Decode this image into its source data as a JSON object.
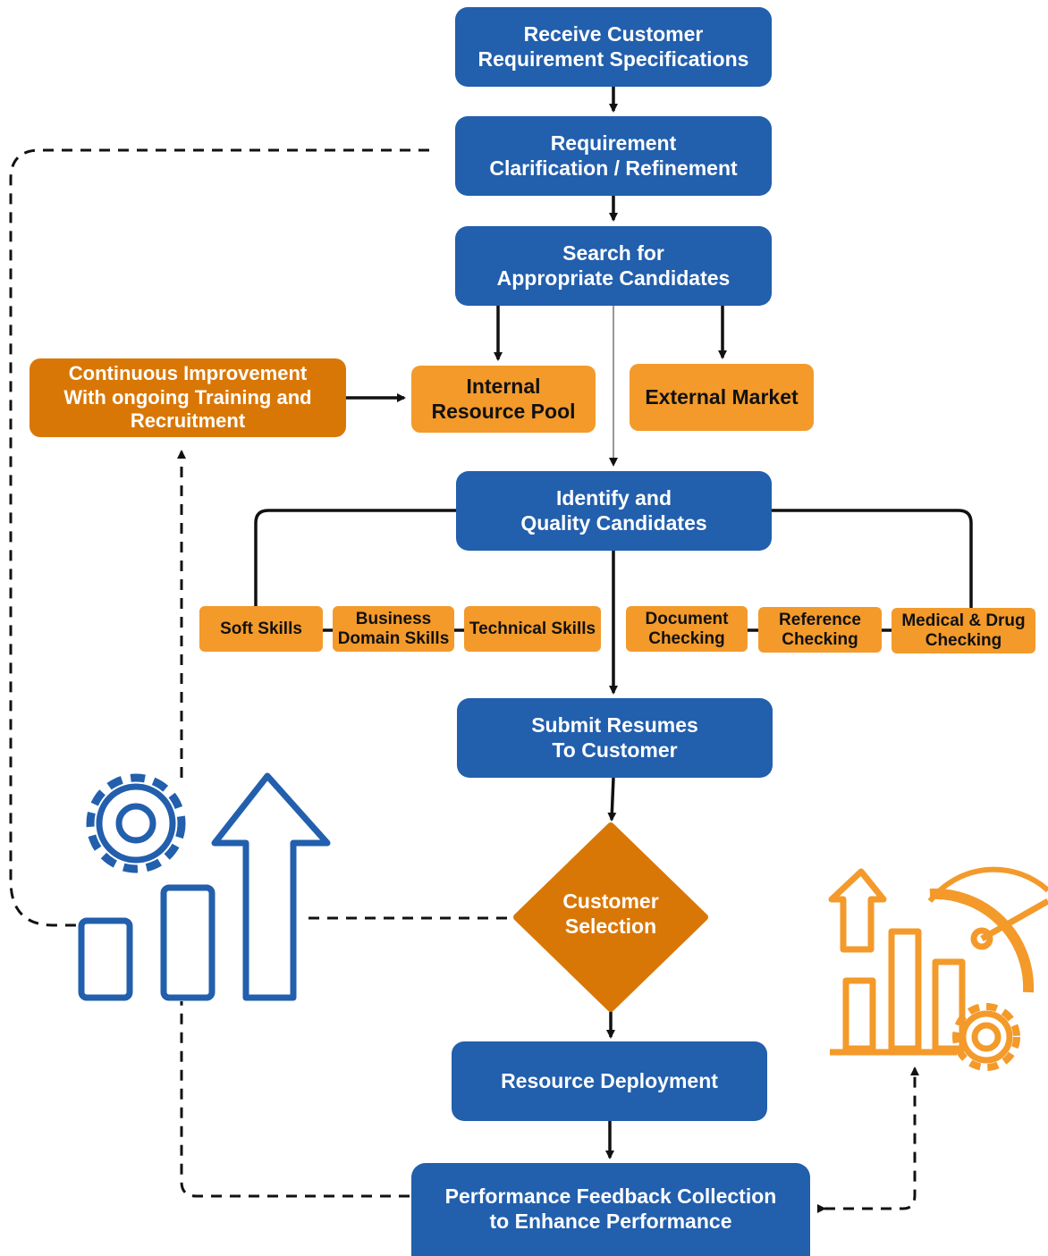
{
  "colors": {
    "primary_blue": "#225fad",
    "orange": "#f39a2b",
    "dark_orange": "#d97706",
    "connector": "#111111"
  },
  "steps": {
    "receive": "Receive Customer\nRequirement Specifications",
    "clarify": "Requirement\nClarification / Refinement",
    "search": "Search for\nAppropriate Candidates",
    "internal_pool": "Internal\nResource Pool",
    "external_market": "External Market",
    "continuous_improvement": "Continuous Improvement\nWith ongoing Training and\nRecruitment",
    "identify": "Identify and\nQuality Candidates",
    "submit": "Submit Resumes\nTo Customer",
    "customer_selection": "Customer\nSelection",
    "deployment": "Resource Deployment",
    "feedback": "Performance Feedback Collection\nto Enhance Performance"
  },
  "criteria": [
    "Soft Skills",
    "Business\nDomain Skills",
    "Technical Skills",
    "Document\nChecking",
    "Reference\nChecking",
    "Medical & Drug\nChecking"
  ],
  "icons": {
    "left": "growth-chart-gear-icon",
    "right": "analytics-gauge-gear-icon"
  }
}
